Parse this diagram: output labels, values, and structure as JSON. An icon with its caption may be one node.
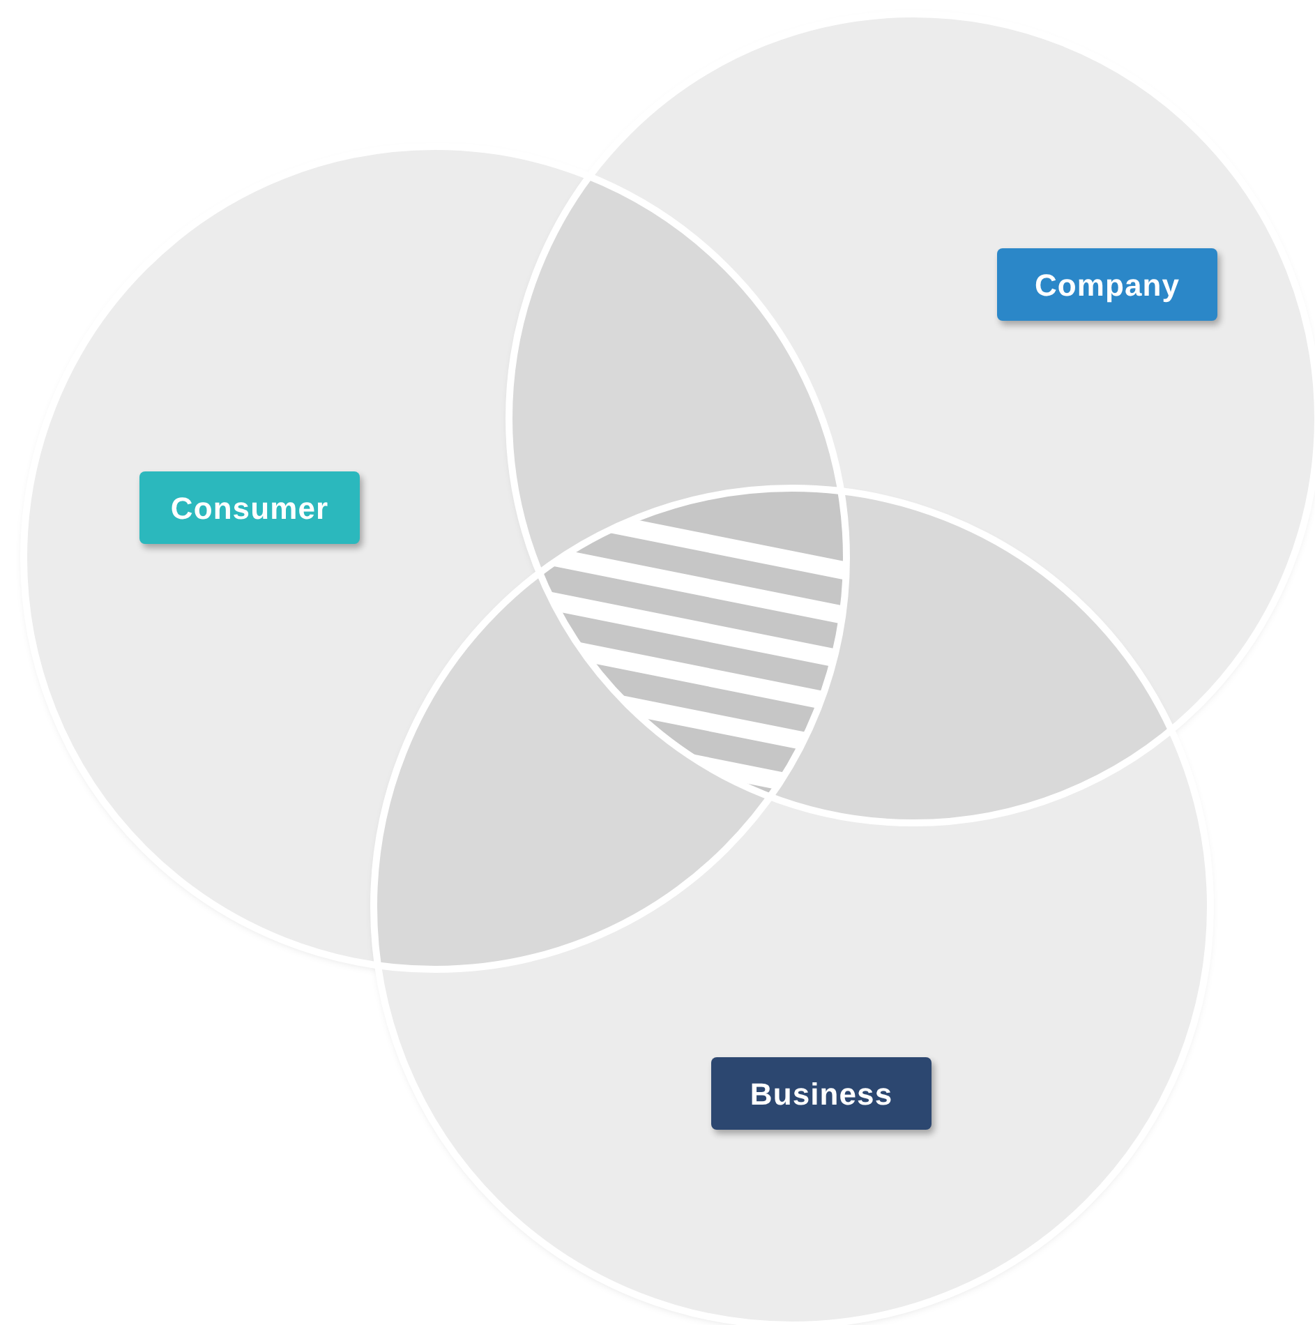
{
  "diagram": {
    "nodes": [
      {
        "text": [
          "Consumer"
        ]
      },
      {
        "text": [
          "Company"
        ]
      },
      {
        "text": [
          "Business"
        ]
      }
    ]
  }
}
